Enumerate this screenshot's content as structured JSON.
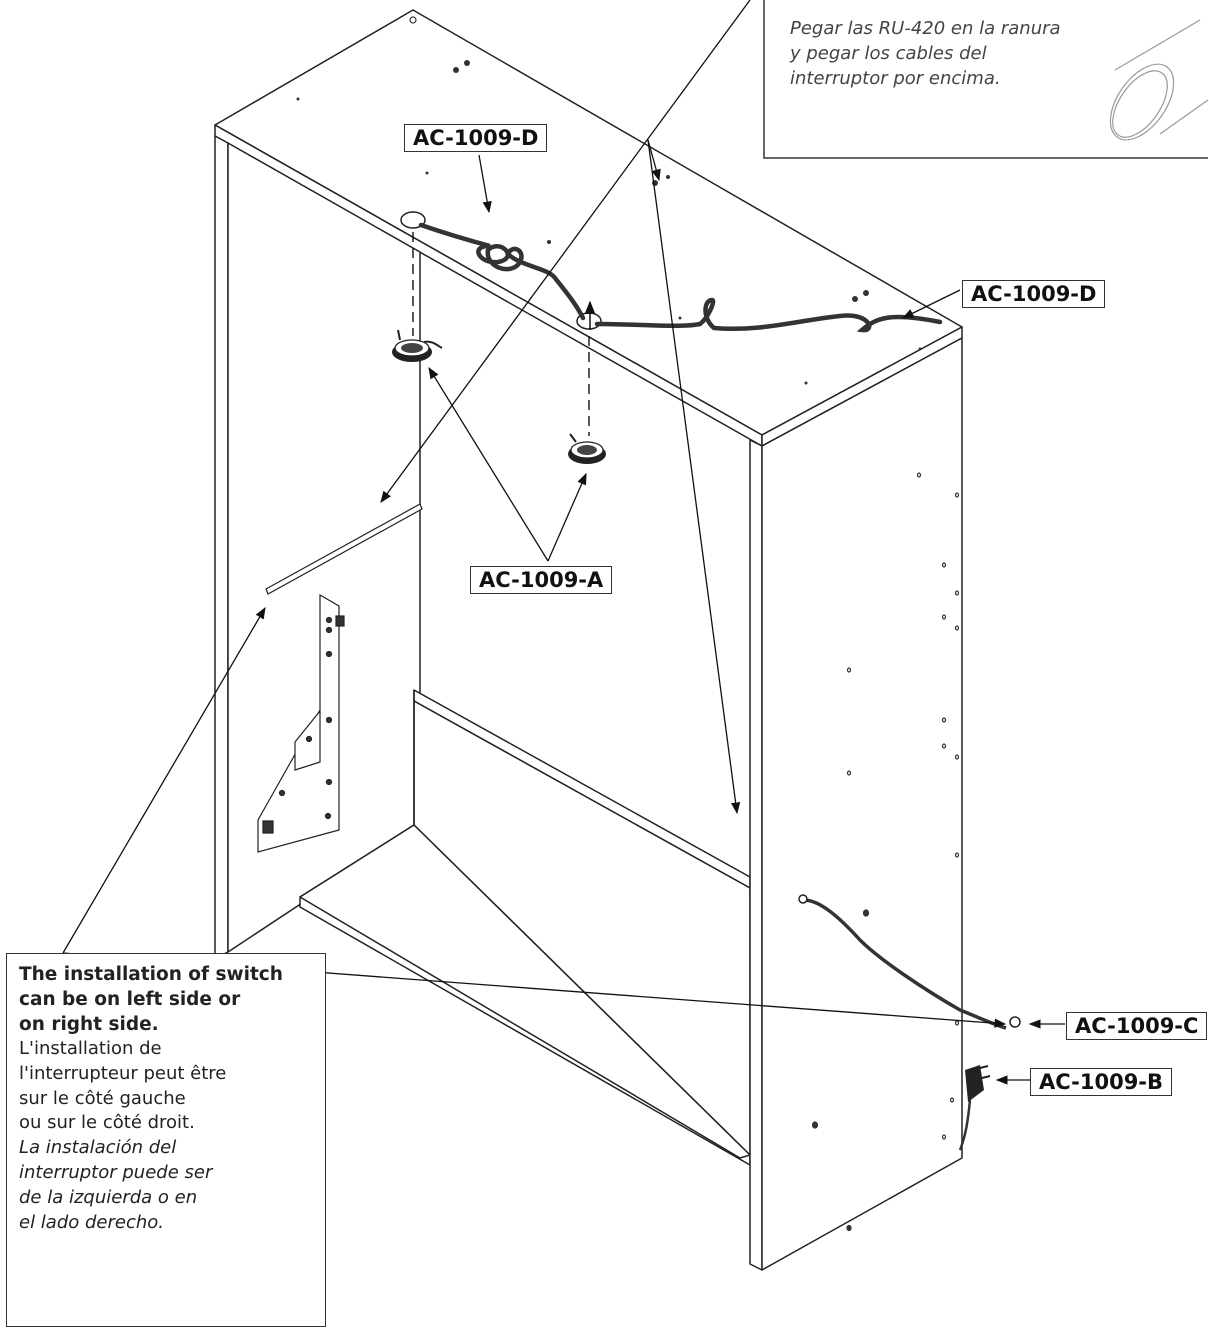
{
  "labels": {
    "d_top": "AC-1009-D",
    "d_right": "AC-1009-D",
    "a": "AC-1009-A",
    "c": "AC-1009-C",
    "b": "AC-1009-B"
  },
  "top_note": {
    "lines": [
      "Pegar las RU-420 en la ranura",
      "y pegar los cables del",
      "interruptor por encima."
    ]
  },
  "bottom_note": {
    "english": [
      "The installation of switch",
      "can be on left side or",
      "on right side."
    ],
    "french": [
      "L'installation de",
      "l'interrupteur peut être",
      "sur le côté gauche",
      "ou sur le côté droit."
    ],
    "spanish": [
      "La instalación del",
      "interruptor puede ser",
      "de la izquierda o en",
      "el lado derecho."
    ]
  }
}
